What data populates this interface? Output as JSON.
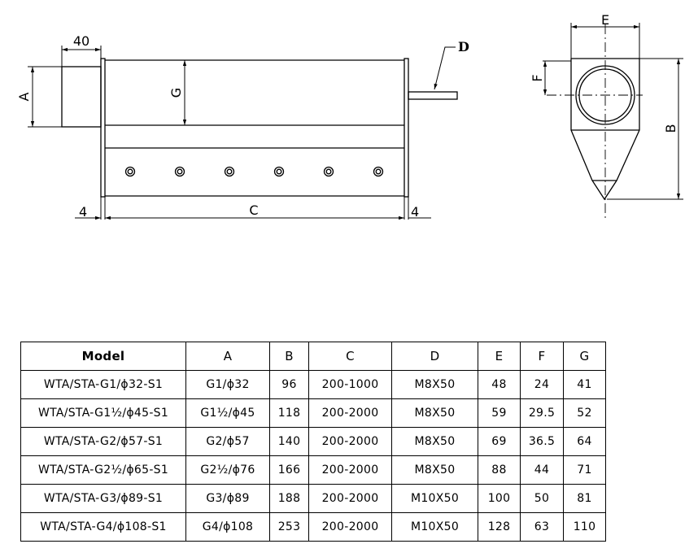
{
  "drawing": {
    "labels": {
      "width_40": "40",
      "dim_A": "A",
      "dim_G": "G",
      "dim_D": "D",
      "dim_C": "C",
      "left_4": "4",
      "right_4": "4",
      "dim_E": "E",
      "dim_F": "F",
      "dim_B": "B"
    },
    "hole_count": 6
  },
  "table": {
    "headers": [
      "Model",
      "A",
      "B",
      "C",
      "D",
      "E",
      "F",
      "G"
    ],
    "rows": [
      [
        "WTA/STA-G1/ϕ32-S1",
        "G1/ϕ32",
        "96",
        "200-1000",
        "M8X50",
        "48",
        "24",
        "41"
      ],
      [
        "WTA/STA-G1½/ϕ45-S1",
        "G1½/ϕ45",
        "118",
        "200-2000",
        "M8X50",
        "59",
        "29.5",
        "52"
      ],
      [
        "WTA/STA-G2/ϕ57-S1",
        "G2/ϕ57",
        "140",
        "200-2000",
        "M8X50",
        "69",
        "36.5",
        "64"
      ],
      [
        "WTA/STA-G2½/ϕ65-S1",
        "G2½/ϕ76",
        "166",
        "200-2000",
        "M8X50",
        "88",
        "44",
        "71"
      ],
      [
        "WTA/STA-G3/ϕ89-S1",
        "G3/ϕ89",
        "188",
        "200-2000",
        "M10X50",
        "100",
        "50",
        "81"
      ],
      [
        "WTA/STA-G4/ϕ108-S1",
        "G4/ϕ108",
        "253",
        "200-2000",
        "M10X50",
        "128",
        "63",
        "110"
      ]
    ]
  }
}
